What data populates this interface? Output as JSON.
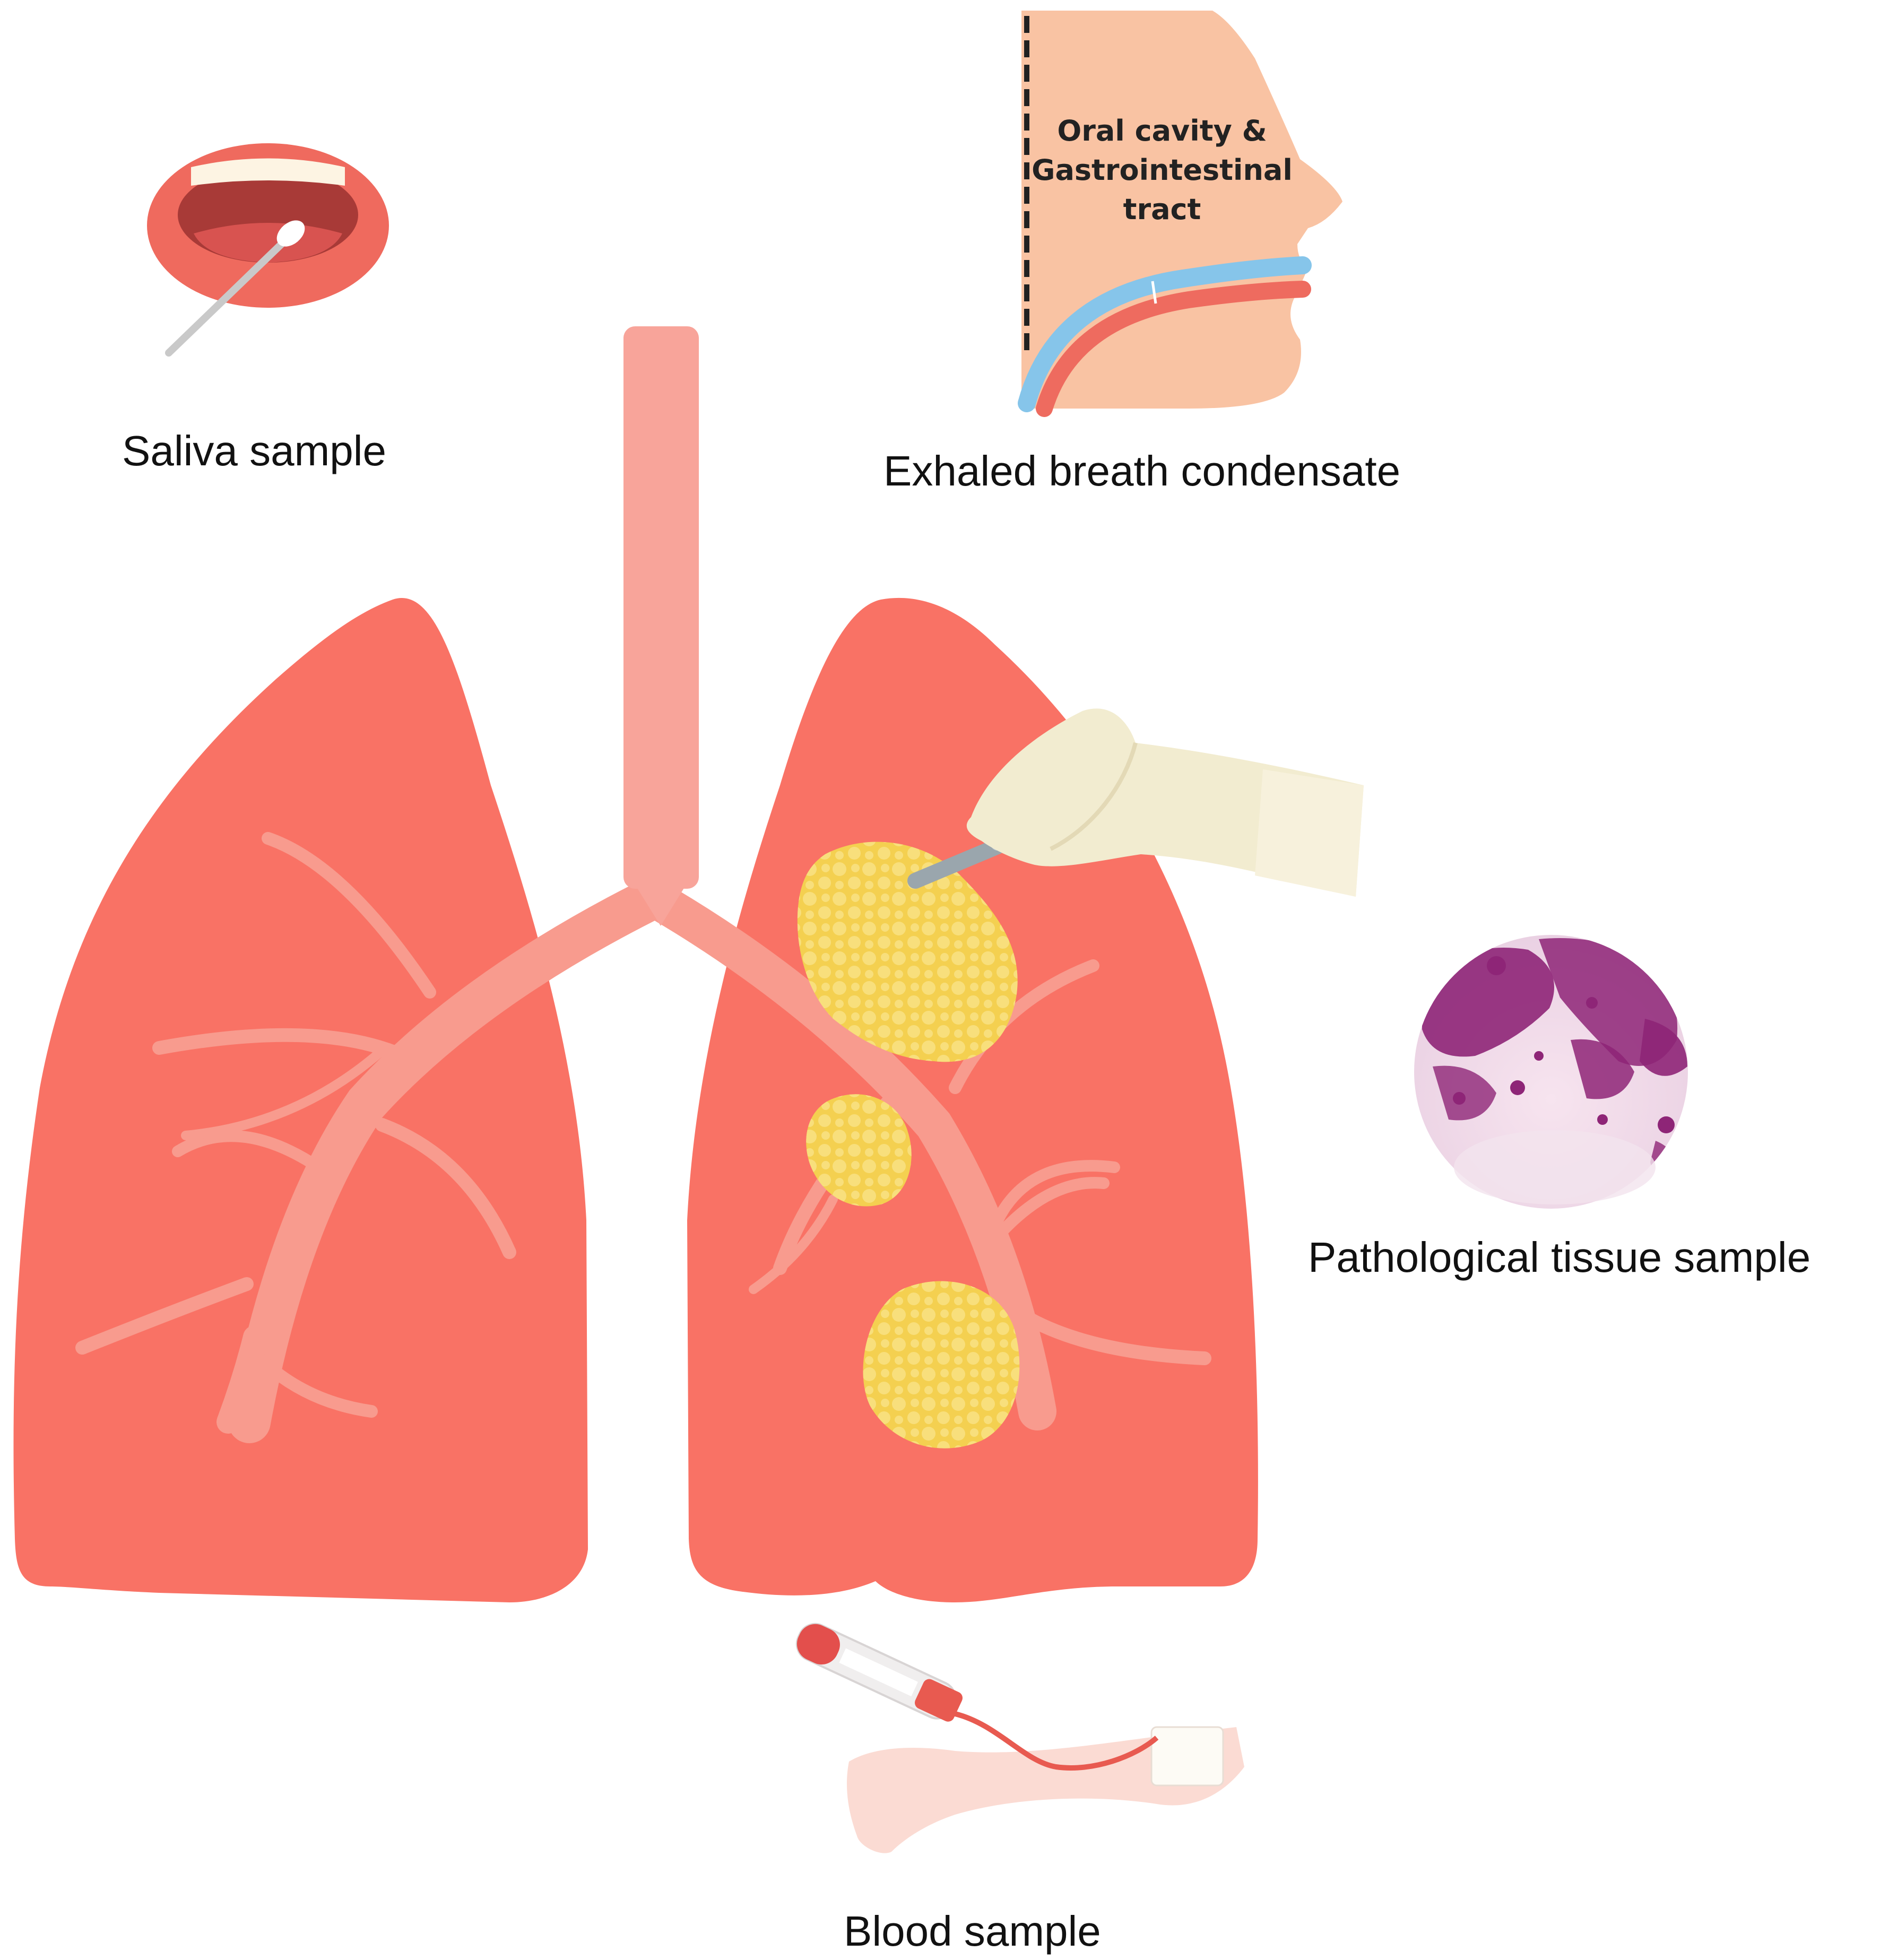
{
  "figure": {
    "labels": {
      "saliva": "Saliva sample",
      "exhaled_breath": "Exhaled breath condensate",
      "pathological_tissue": "Pathological tissue sample",
      "blood": "Blood sample"
    },
    "nose_text": {
      "line1": "Oral cavity &",
      "line2": "Gastrointestinal",
      "line3": "tract"
    },
    "colors": {
      "lung": "#f97265",
      "trachea": "#f8a49a",
      "vessels": "#f89b8e",
      "nodule": "#f4d050",
      "nodule_cells": "#f8df7c",
      "skin": "#f9c3a3",
      "airway_blue": "#86c5ea",
      "airway_red": "#ee6b5f",
      "glove": "#f2ecd0",
      "stain": "#8e2577"
    }
  }
}
